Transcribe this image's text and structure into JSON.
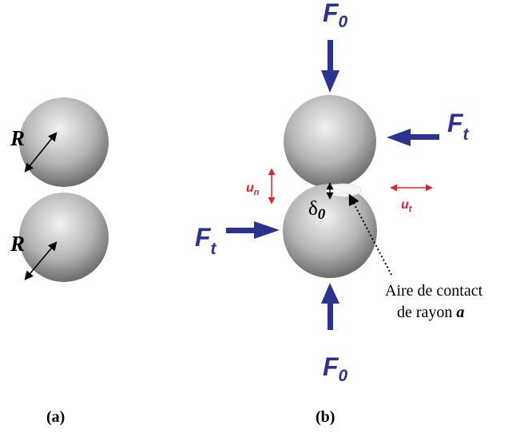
{
  "panels": {
    "a": {
      "caption": "(a)",
      "radius_top": "R",
      "radius_bottom": "R"
    },
    "b": {
      "caption": "(b)",
      "force_normal_top": {
        "main": "F",
        "sub": "0"
      },
      "force_normal_bottom": {
        "main": "F",
        "sub": "0"
      },
      "force_tangential_right": {
        "main": "F",
        "sub": "t"
      },
      "force_tangential_left": {
        "main": "F",
        "sub": "t"
      },
      "disp_normal": {
        "main": "u",
        "sub": "n"
      },
      "disp_tangential": {
        "main": "u",
        "sub": "t"
      },
      "overlap": {
        "symbol": "δ",
        "sub": "0"
      },
      "contact_label_line1": "Aire de contact",
      "contact_label_line2_prefix": "de rayon ",
      "contact_label_line2_var": "a"
    }
  },
  "colors": {
    "force_arrow": "#2b3390",
    "displacement_arrow": "#e8202a",
    "sphere_light": "#f2f2f2",
    "sphere_dark": "#5e5e5e"
  }
}
